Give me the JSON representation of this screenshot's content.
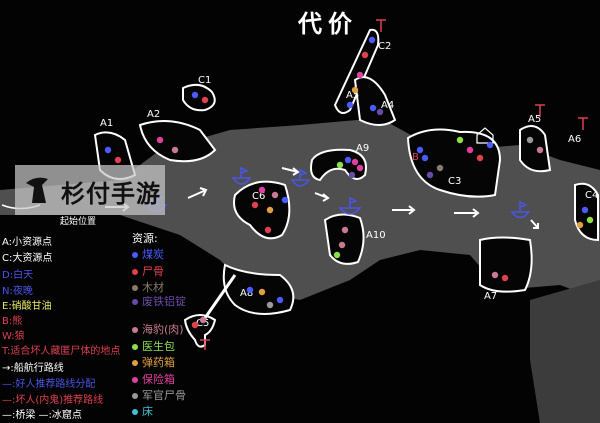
{
  "title": "代价",
  "watermark": "杉付手游",
  "map_labels": {
    "A1": "A1",
    "A2": "A2",
    "C1": "C1",
    "C2": "C2",
    "A3": "A5",
    "A4": "A4",
    "A9": "A9",
    "A10": "A10",
    "C6": "C6",
    "C3": "C3",
    "A5": "A5",
    "A6": "A6",
    "C4": "C4",
    "A7": "A7",
    "A8": "A8",
    "C5": "C5",
    "B": "B",
    "start": "起始位置"
  },
  "legend": {
    "items": [
      {
        "text": "A:小资源点",
        "color": "#ffffff"
      },
      {
        "text": "C:大资源点",
        "color": "#ffffff"
      },
      {
        "text": "D:白天",
        "color": "#4a55e8"
      },
      {
        "text": "N:夜晚",
        "color": "#4a55e8"
      },
      {
        "text": "E:硝酸甘油",
        "color": "#e8e860"
      },
      {
        "text": "B:熊",
        "color": "#e04050"
      },
      {
        "text": "W:狼",
        "color": "#e04050"
      },
      {
        "text": "T:适合坏人藏匿尸体的地点",
        "color": "#e04050"
      },
      {
        "text": "→:船航行路线",
        "color": "#ffffff"
      },
      {
        "text": "—:好人推荐路线分配",
        "color": "#4a55e8"
      },
      {
        "text": "—:坏人(内鬼)推荐路线",
        "color": "#e04050"
      },
      {
        "text": "—:桥梁 —:冰窟点",
        "color": "#ffffff"
      }
    ]
  },
  "resources": {
    "heading": "资源:",
    "items": [
      {
        "text": "煤炭",
        "color": "#4a5cff"
      },
      {
        "text": "尸骨",
        "color": "#e04050"
      },
      {
        "text": "木材",
        "color": "#8a7a6a"
      },
      {
        "text": "废铁铝锭",
        "color": "#6a4aa8"
      },
      {
        "text": "海豹(肉)",
        "color": "#c87a90"
      },
      {
        "text": "医生包",
        "color": "#8ce04a"
      },
      {
        "text": "弹药箱",
        "color": "#e0a040"
      },
      {
        "text": "保险箱",
        "color": "#e040a0"
      },
      {
        "text": "军官尸骨",
        "color": "#999999"
      },
      {
        "text": "床",
        "color": "#40c0d0"
      }
    ]
  },
  "colors": {
    "sea": "#4f4f4f",
    "outline": "#ffffff",
    "route_good": "#4a55e8",
    "danger": "#e04050"
  }
}
